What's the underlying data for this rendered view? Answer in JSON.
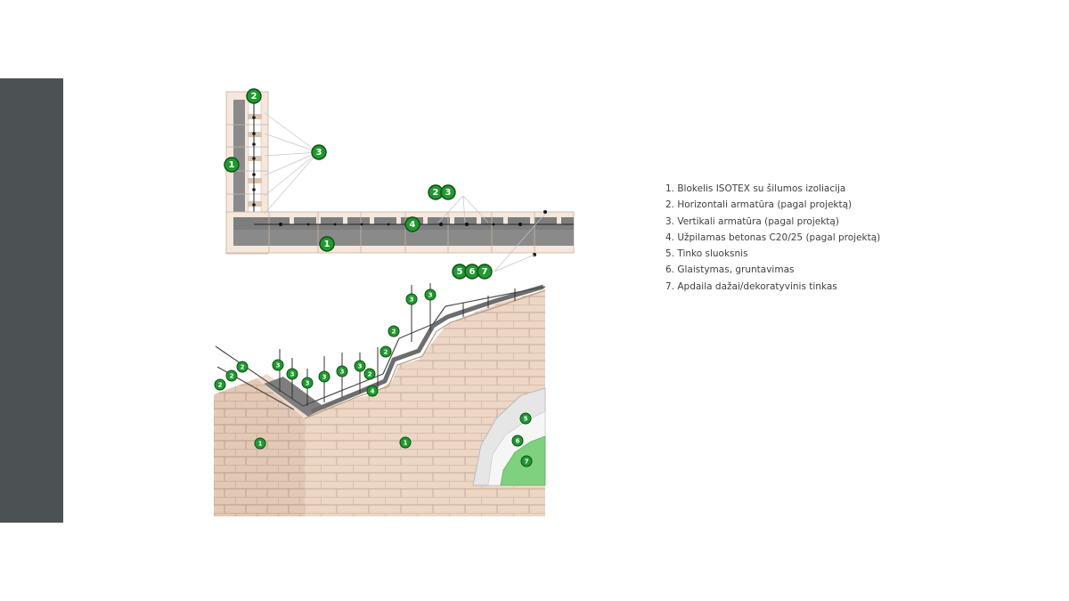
{
  "colors": {
    "side_band": "#4c5254",
    "badge_fill": "#1f9a2e",
    "badge_stroke": "#0f4d17",
    "block_face": "#ecd6c5",
    "block_joint": "#c7aa95",
    "insulation": "#f5e7dc",
    "concrete": "#8c8c8c",
    "concrete_dark": "#777777",
    "plaster": "#d6d6d6",
    "finish": "#7fd07f"
  },
  "plan_view": {
    "badges": [
      "2",
      "3",
      "1",
      "2",
      "3",
      "4",
      "1",
      "5",
      "6",
      "7"
    ]
  },
  "iso_view": {
    "badges": [
      "3",
      "3",
      "2",
      "2",
      "2",
      "2",
      "2",
      "3",
      "3",
      "3",
      "3",
      "3",
      "3",
      "2",
      "4",
      "1",
      "1",
      "5",
      "6",
      "7"
    ]
  },
  "legend": [
    "1. Blokelis ISOTEX su šilumos izoliacija",
    "2. Horizontali armatūra (pagal projektą)",
    "3. Vertikali armatūra (pagal projektą)",
    "4. Užpilamas betonas C20/25 (pagal projektą)",
    "5. Tinko sluoksnis",
    "6. Glaistymas, gruntavimas",
    "7. Apdaila dažai/dekoratyvinis tinkas"
  ]
}
